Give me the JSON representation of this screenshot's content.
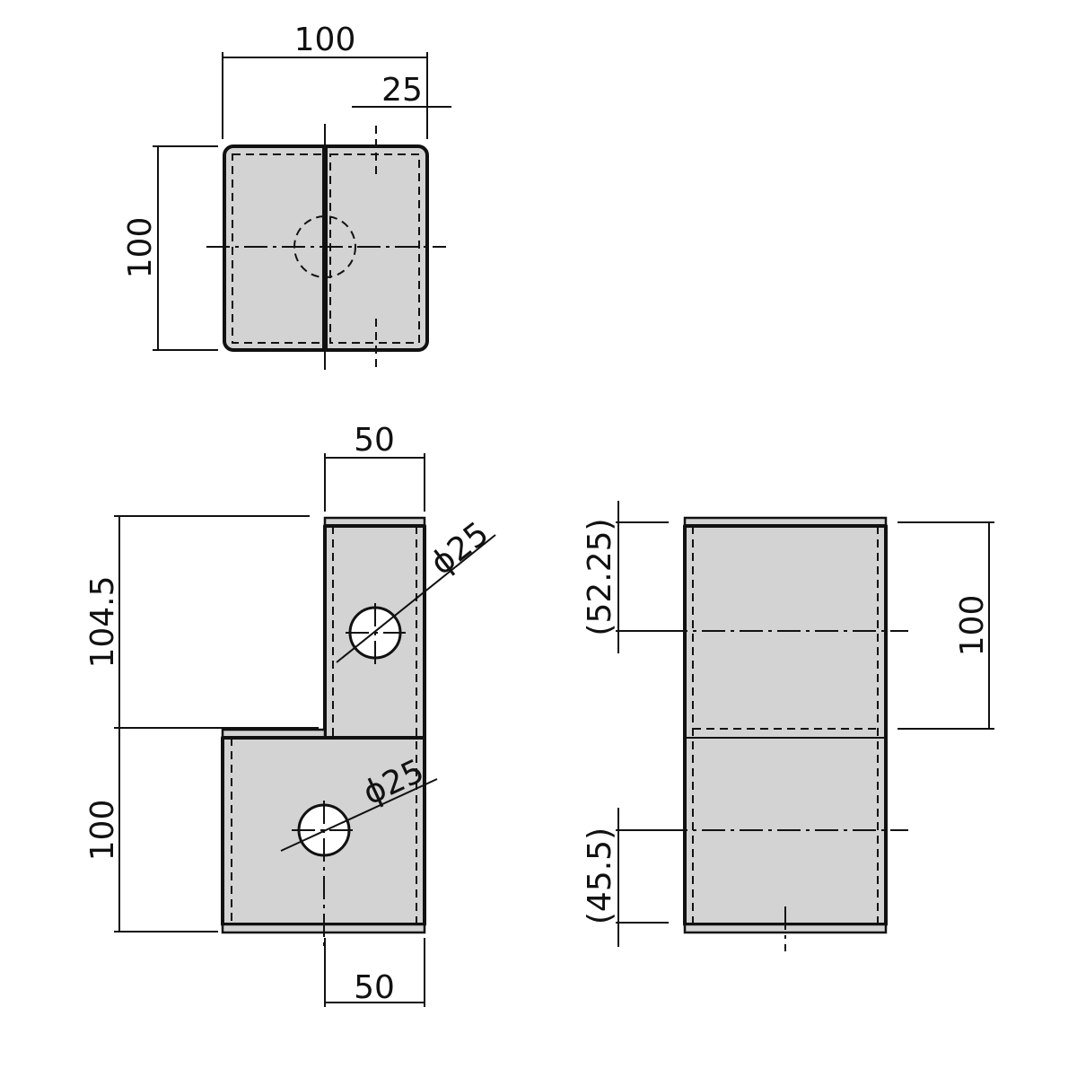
{
  "top_view": {
    "width_label": "100",
    "offset_label": "25",
    "height_label": "100"
  },
  "front_view": {
    "top_width_label": "50",
    "upper_height_label": "104.5",
    "lower_height_label": "100",
    "upper_hole_label": "ϕ25",
    "lower_hole_label": "ϕ25",
    "bottom_width_label": "50"
  },
  "side_view": {
    "upper_ref_label": "(52.25)",
    "height_label": "100",
    "lower_ref_label": "(45.5)"
  },
  "colors": {
    "part_fill": "#d3d3d3",
    "line": "#111111",
    "background": "#ffffff"
  }
}
